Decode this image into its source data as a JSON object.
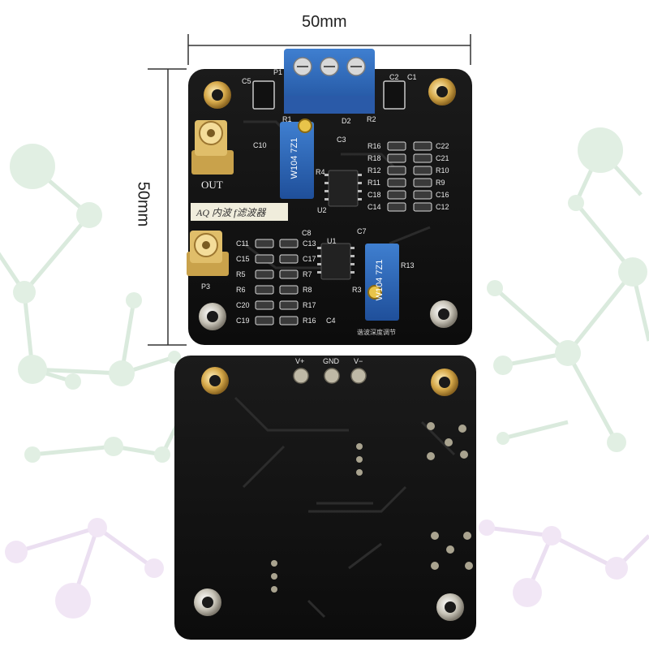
{
  "dimensions": {
    "width_label": "50mm",
    "height_label": "50mm"
  },
  "front_board": {
    "connectors": {
      "out_label": "OUT",
      "in_label": "P3",
      "terminal_label": "P1"
    },
    "pots": [
      {
        "marking_top": "W104",
        "marking_bottom": "7Z1"
      },
      {
        "marking_top": "W104",
        "marking_bottom": "7Z1"
      }
    ],
    "handwritten_label": "AQ 内波 f滤波器",
    "adjust_label": "谐波深度调节",
    "components": {
      "left": [
        "C11",
        "C15",
        "R5",
        "R6",
        "C20",
        "C19"
      ],
      "middle": [
        "C13",
        "C17",
        "R7",
        "R8",
        "R17",
        "R16"
      ],
      "right": [
        "R16",
        "R18",
        "R12",
        "R11",
        "C18",
        "C14"
      ],
      "right_col": [
        "C22",
        "C21",
        "R10",
        "R9",
        "C16",
        "C12"
      ],
      "misc": [
        "C5",
        "C2",
        "C1",
        "C10",
        "R1",
        "D2",
        "R2",
        "C3",
        "R4",
        "U2",
        "C8",
        "U1",
        "C7",
        "R13",
        "R3",
        "C4"
      ]
    }
  },
  "back_board": {
    "pin_labels": [
      "V+",
      "GND",
      "V−"
    ]
  }
}
